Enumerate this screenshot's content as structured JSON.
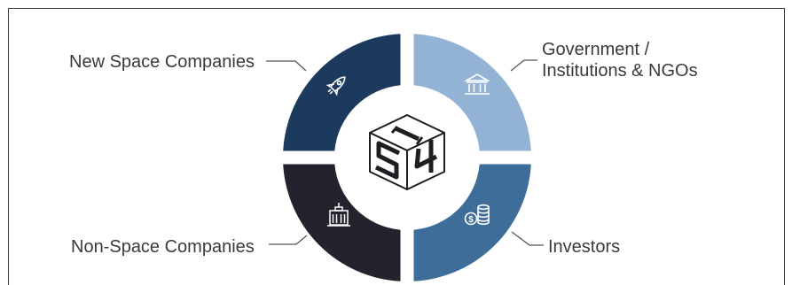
{
  "segments": {
    "new_space": {
      "label": "New Space Companies",
      "color": "#1b3a5e",
      "icon": "rocket-icon"
    },
    "government": {
      "line1": "Government /",
      "line2": "Institutions & NGOs",
      "color": "#92b3d3",
      "icon": "bank-icon"
    },
    "non_space": {
      "label": "Non-Space Companies",
      "color": "#24222d",
      "icon": "building-icon"
    },
    "investors": {
      "label": "Investors",
      "color": "#3e6d9a",
      "icon": "coins-icon"
    }
  },
  "center_logo": {
    "text": "SI4",
    "icon": "cube-logo-icon"
  }
}
